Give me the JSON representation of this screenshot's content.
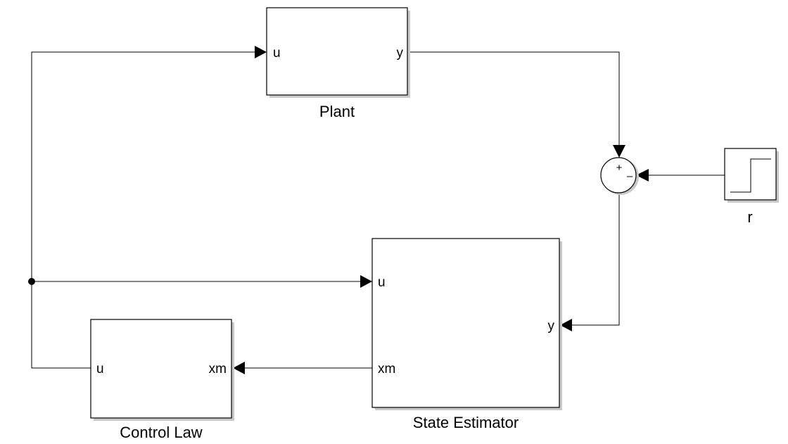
{
  "blocks": {
    "plant": {
      "name": "Plant",
      "in_port": "u",
      "out_port": "y"
    },
    "state_estimator": {
      "name": "State Estimator",
      "in_port_u": "u",
      "in_port_y": "y",
      "out_port": "xm"
    },
    "control_law": {
      "name": "Control Law",
      "in_port": "xm",
      "out_port": "u"
    },
    "sum": {
      "plus_sign": "+",
      "minus_sign": "–"
    },
    "step": {
      "name": "r",
      "icon": "step-icon"
    }
  }
}
